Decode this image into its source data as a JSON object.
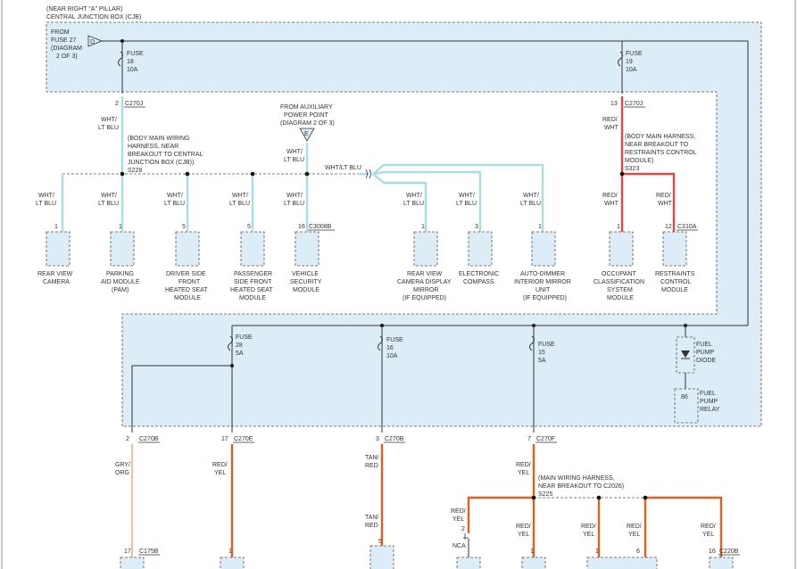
{
  "cjb": {
    "location": "(NEAR RIGHT \"A\" PILLAR)",
    "name": "CENTRAL JUNCTION BOX (CJB)"
  },
  "from_fuse27": [
    "FROM",
    "FUSE 27",
    "(DIAGRAM",
    "2 OF 3)"
  ],
  "flag_d": "D",
  "flag_e": "E",
  "fuse18": [
    "FUSE",
    "18",
    "10A"
  ],
  "fuse19": [
    "FUSE",
    "19",
    "10A"
  ],
  "fuse28": [
    "FUSE",
    "28",
    "5A"
  ],
  "fuse16": [
    "FUSE",
    "16",
    "10A"
  ],
  "fuse15": [
    "FUSE",
    "15",
    "5A"
  ],
  "pin_2_c270j": "2",
  "conn_c270j_a": "C270J",
  "pin_13_c270j": "13",
  "conn_c270j_b": "C270J",
  "wht_ltblu": [
    "WHT/",
    "LT BLU"
  ],
  "red_wht": [
    "RED/",
    "WHT"
  ],
  "aux_power": [
    "FROM AUXILIARY",
    "POWER POINT",
    "(DIAGRAM 2 OF 3)"
  ],
  "s228_note": [
    "(BODY MAIN WIRING",
    "HARNESS, NEAR",
    "BREAKOUT TO CENTRAL",
    "JUNCTION BOX (CJB))"
  ],
  "s228": "S228",
  "s323_note": [
    "(BODY MAIN HARNESS,",
    "NEAR BREAKOUT TO",
    "RESTRAINTS CONTROL",
    "MODULE)"
  ],
  "s323": "S323",
  "wire_wht_ltblu_inline": "WHT/LT BLU",
  "pin_1": "1",
  "pin_2": "2",
  "pin_3": "3",
  "pin_5": "5",
  "pin_6": "6",
  "pin_7": "7",
  "pin_12": "12",
  "pin_16": "16",
  "pin_17": "17",
  "pin_86": "86",
  "conn_c3008b": "C3008B",
  "conn_c310a": "C310A",
  "modules": {
    "rear_camera": [
      "REAR VIEW",
      "CAMERA"
    ],
    "parking_aid": [
      "PARKING",
      "AID MODULE",
      "(PAM)"
    ],
    "driver_seat": [
      "DRIVER SIDE",
      "FRONT",
      "HEATED SEAT",
      "MODULE"
    ],
    "pass_seat": [
      "PASSENGER",
      "SIDE FRONT",
      "HEATED SEAT",
      "MODULE"
    ],
    "vehicle_security": [
      "VEHICLE",
      "SECURITY",
      "MODULE"
    ],
    "mirror_display": [
      "REAR VIEW",
      "CAMERA DISPLAY",
      "MIRROR",
      "(IF EQUIPPED)"
    ],
    "compass": [
      "ELECTRONIC",
      "COMPASS"
    ],
    "auto_dimmer": [
      "AUTO-DIMMER",
      "INTERIOR MIRROR",
      "UNIT",
      "(IF EQUIPPED)"
    ],
    "occupant": [
      "OCCUPANT",
      "CLASSIFICATION",
      "SYSTEM",
      "MODULE"
    ],
    "restraints": [
      "RESTRAINTS",
      "CONTROL",
      "MODULE"
    ]
  },
  "fuel_pump_diode": [
    "FUEL",
    "PUMP",
    "DIODE"
  ],
  "fuel_pump_relay": [
    "FUEL",
    "PUMP",
    "RELAY"
  ],
  "conn_c270b_a": "C270B",
  "conn_c270e": "C270E",
  "conn_c270b_b": "C270B",
  "conn_c270f": "C270F",
  "gry_org": [
    "GRY/",
    "ORG"
  ],
  "red_yel": [
    "RED/",
    "YEL"
  ],
  "tan_red": [
    "TAN/",
    "RED"
  ],
  "s225_note": [
    "(MAIN WIRING HARNESS,",
    "NEAR BREAKOUT TO C2026)"
  ],
  "s225": "S225",
  "nca": "NCA",
  "conn_c175b": "C175B",
  "conn_c220b": "C220B"
}
